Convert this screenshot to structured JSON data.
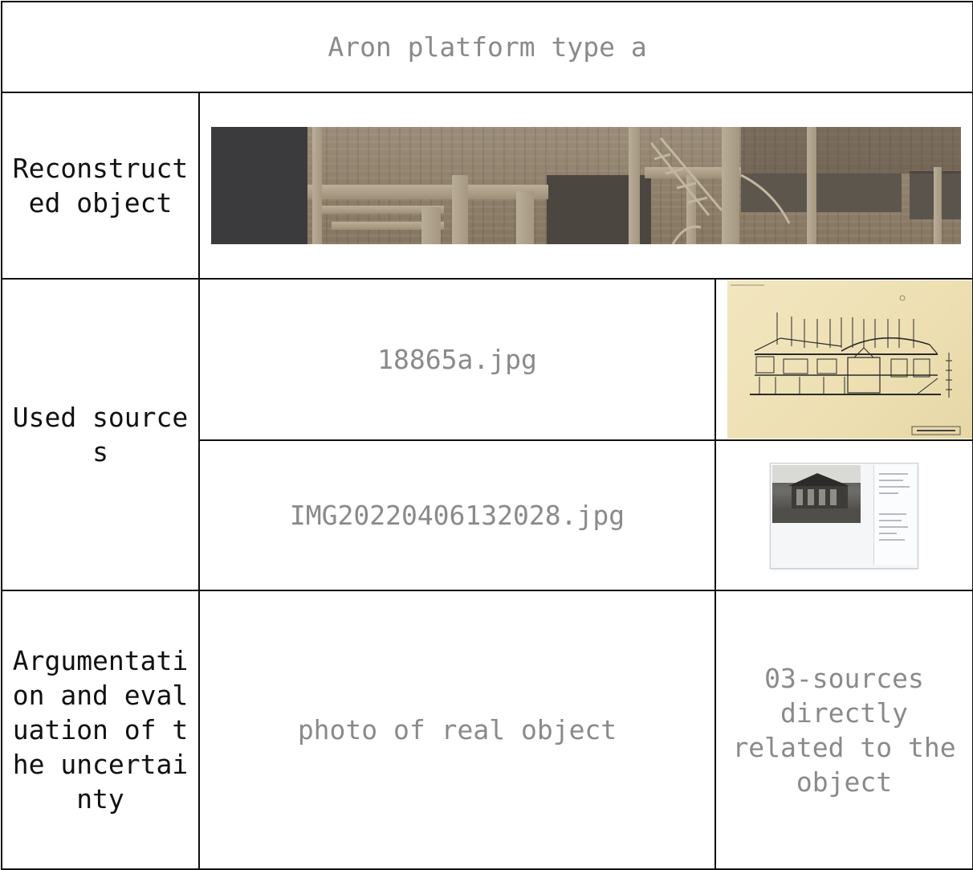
{
  "title": "Aron platform type a",
  "rows": {
    "reconstructed": {
      "label": "Reconstructed object"
    },
    "sources": {
      "label": "Used sources",
      "items": [
        {
          "filename": "18865a.jpg"
        },
        {
          "filename": "IMG20220406132028.jpg"
        }
      ]
    },
    "argumentation": {
      "label": "Argumentation and evaluation of the uncertainty",
      "justification": "photo of real object",
      "category": "03-sources directly related to the object"
    }
  },
  "colors": {
    "border": "#111111",
    "label_text": "#111111",
    "value_text": "#8a8a8a"
  }
}
